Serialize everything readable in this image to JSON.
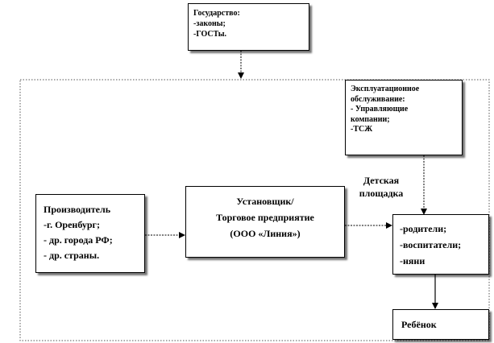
{
  "nodes": {
    "state": {
      "lines": [
        "Государство:",
        "-законы;",
        "-ГОСТы."
      ]
    },
    "service": {
      "lines": [
        "Эксплуатационное",
        "обслуживание:",
        "- Управляющие",
        "компании;",
        "-ТСЖ"
      ]
    },
    "manufacturer": {
      "lines": [
        "Производитель",
        "-г. Оренбург;",
        "- др. города РФ;",
        "- др. страны."
      ]
    },
    "installer": {
      "lines": [
        "Установщик/",
        "Торговое предприятие",
        "(ООО «Линия»)"
      ]
    },
    "caregivers": {
      "lines": [
        "-родители;",
        "-воспитатели;",
        "-няни"
      ]
    },
    "child": {
      "label": "Ребёнок"
    }
  },
  "labels": {
    "playground": [
      "Детская",
      "площадка"
    ]
  }
}
